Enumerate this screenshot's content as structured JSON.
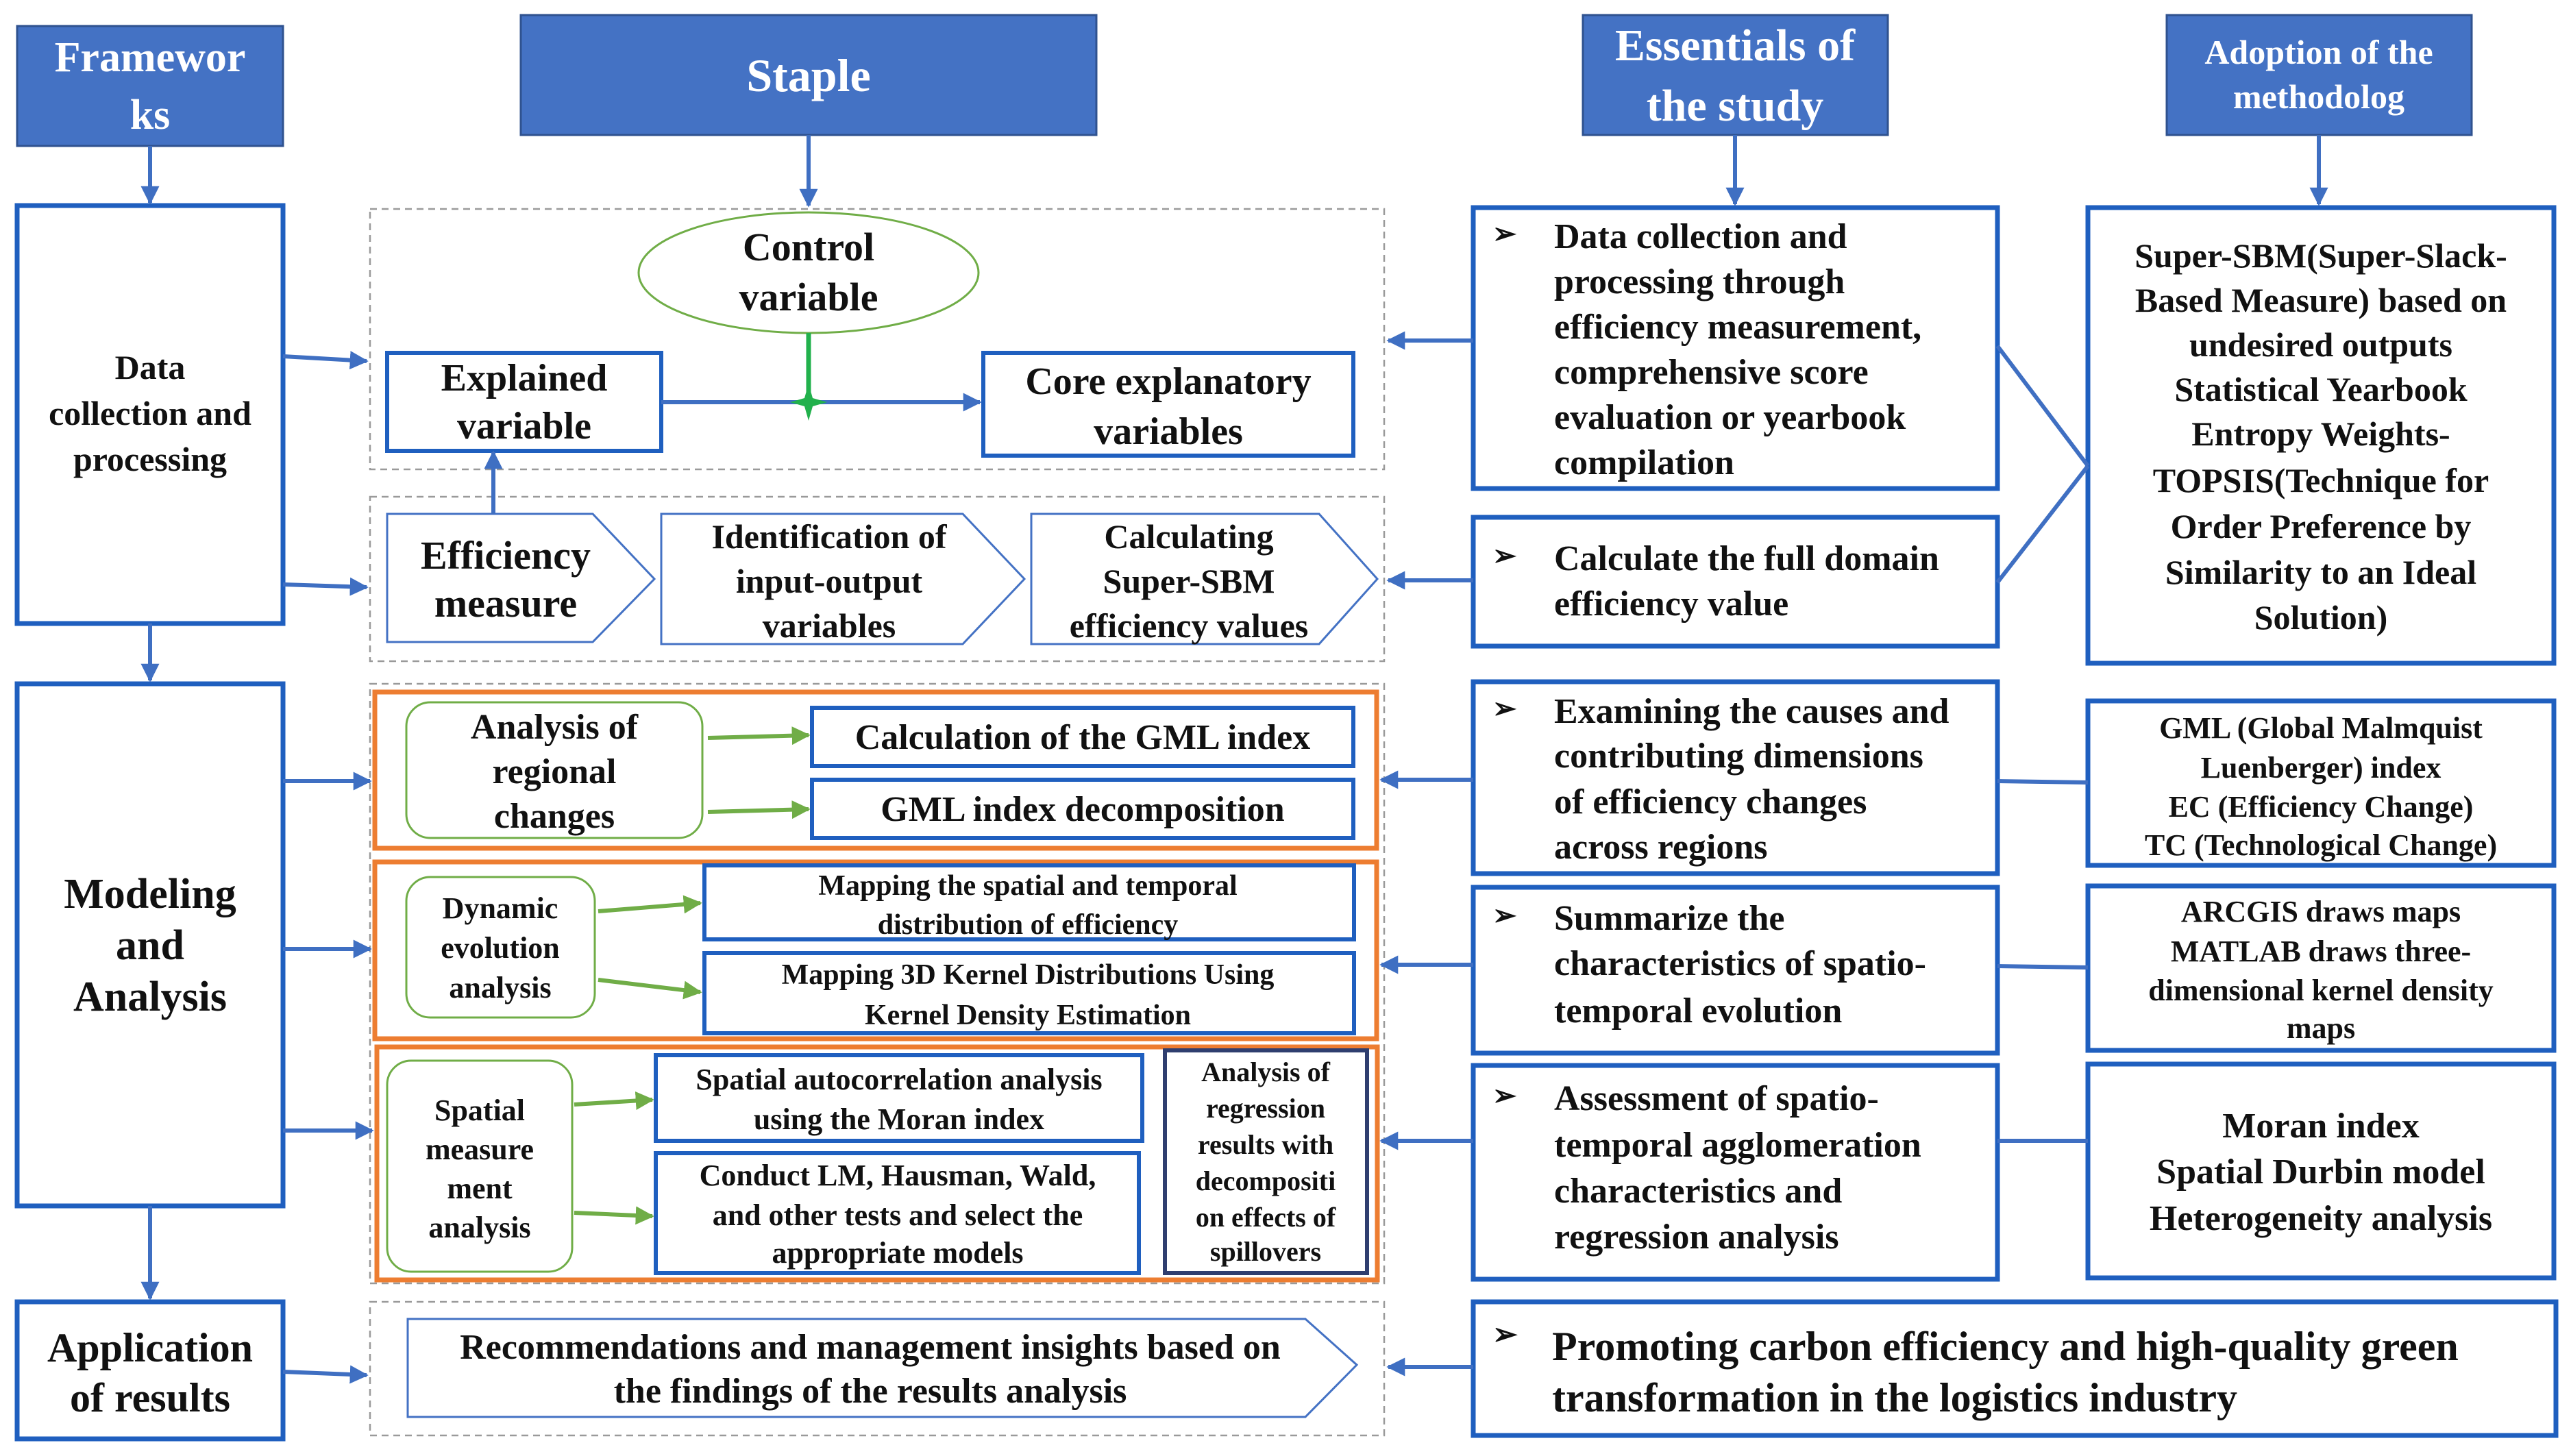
{
  "headers": {
    "frameworks": [
      "Framewor",
      "ks"
    ],
    "staple": [
      "Staple"
    ],
    "essentials": [
      "Essentials of",
      "the study"
    ],
    "adoption": [
      "Adoption of the",
      "methodolog"
    ]
  },
  "frameworks_col": {
    "data_collection": [
      "Data",
      "collection and",
      "processing"
    ],
    "modeling": [
      "Modeling",
      "and",
      "Analysis"
    ],
    "application": [
      "Application",
      "of results"
    ]
  },
  "staple_col": {
    "control_variable": [
      "Control",
      "variable"
    ],
    "explained_variable": [
      "Explained",
      "variable"
    ],
    "core_explanatory": [
      "Core explanatory",
      "variables"
    ],
    "efficiency_measure": [
      "Efficiency",
      "measure"
    ],
    "identification_io": [
      "Identification of",
      "input-output",
      "variables"
    ],
    "calculating_sbm": [
      "Calculating",
      "Super-SBM",
      "efficiency values"
    ],
    "regional_changes": [
      "Analysis of",
      "regional",
      "changes"
    ],
    "gml_calculation": [
      "Calculation of the GML index"
    ],
    "gml_decomposition": [
      "GML index decomposition"
    ],
    "dynamic_evolution": [
      "Dynamic",
      "evolution",
      "analysis"
    ],
    "mapping_spatial": [
      "Mapping  the spatial  and  temporal",
      "distribution   of efficiency"
    ],
    "mapping_kernel": [
      "Mapping  3D Kernel Distributions   Using",
      "Kernel Density Estimation"
    ],
    "spatial_measurement": [
      "Spatial",
      "measure",
      "ment",
      "analysis"
    ],
    "spatial_autocorrelation": [
      "Spatial  autocorrelation   analysis",
      "using the Moran index"
    ],
    "conduct_tests": [
      "Conduct  LM, Hausman,  Wald,",
      "and  other tests and  select the",
      "appropriate  models"
    ],
    "regression_spillovers": [
      "Analysis of",
      "regression",
      "results with",
      "decompositi",
      "on effects of",
      "spillovers"
    ],
    "recommendations": [
      "Recommendations and management insights based on",
      "the findings of the results analysis"
    ]
  },
  "essentials_col": {
    "bullet": "➢",
    "data_collection": [
      "Data collection and",
      "processing through",
      "efficiency measurement,",
      "comprehensive score",
      "evaluation or yearbook",
      "compilation"
    ],
    "full_domain": [
      "Calculate the full domain",
      "efficiency value"
    ],
    "examining_causes": [
      "Examining the causes and",
      "contributing dimensions",
      "of efficiency changes",
      "across regions"
    ],
    "summarize": [
      "Summarize the",
      "characteristics of spatio-",
      "temporal evolution"
    ],
    "assessment": [
      "Assessment of spatio-",
      "temporal agglomeration",
      "characteristics and",
      "regression analysis"
    ],
    "promoting": [
      "Promoting  carbon  efficiency  and  high-quality  green",
      "transformation  in the logistics  industry"
    ]
  },
  "adoption_col": {
    "super_sbm": [
      "Super-SBM(Super-Slack-",
      "Based Measure) based on",
      "undesired outputs",
      "Statistical Yearbook",
      "Entropy Weights-",
      "TOPSIS(Technique for",
      "Order Preference by",
      "Similarity to an Ideal",
      "Solution)"
    ],
    "gml": [
      "GML (Global  Malmquist",
      "Luenberger)  index",
      "EC (Efficiency  Change)",
      "TC (Technological  Change)"
    ],
    "arcgis": [
      "ARCGIS draws  maps",
      "MATLAB draws  three-",
      "dimensional  kernel density",
      "maps"
    ],
    "moran": [
      "Moran index",
      "Spatial Durbin model",
      "Heterogeneity analysis"
    ]
  },
  "colors": {
    "header_fill": "#4472c4",
    "box_border": "#1f5fbf",
    "arrow": "#3f6fc2",
    "orange": "#ed7d31",
    "green": "#70ad47",
    "cross": "#22b14c",
    "dashed": "#9a9a9a",
    "dark_border": "#2f3e6f"
  }
}
